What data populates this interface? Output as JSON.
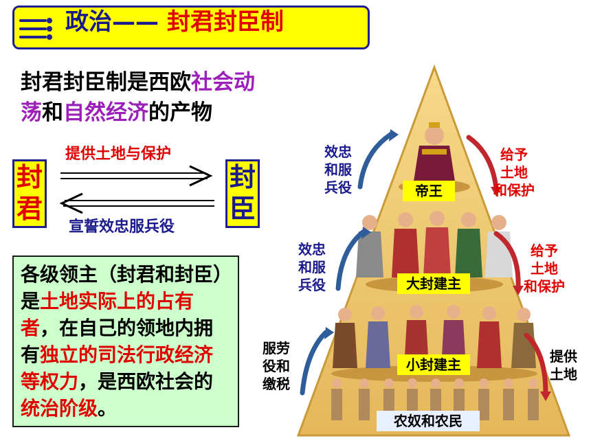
{
  "title": {
    "prefix": "政治——",
    "main": "封君封臣制"
  },
  "intro": {
    "part1": "封君封臣制是西欧",
    "hl1": "社会动荡",
    "part2": "和",
    "hl2": "自然经济",
    "part3": "的产物"
  },
  "relationship": {
    "lord_char1": "封",
    "lord_char2": "君",
    "vassal_char1": "封",
    "vassal_char2": "臣",
    "provide_label": "提供土地与保护",
    "pledge_label": "宣誓效忠服兵役"
  },
  "description": {
    "p1": "各级领主（封君和封臣）是",
    "h1": "土地实际上的占有者",
    "p2": "，在自己的领地内拥有",
    "h2": "独立的司法行政经济等权力",
    "p3": "，是西欧社会的",
    "h3": "统治阶级",
    "p4": "。"
  },
  "pyramid": {
    "tiers": [
      "帝王",
      "大封建主",
      "小封建主",
      "农奴和农民"
    ],
    "left_labels": [
      [
        "效忠",
        "和服",
        "兵役"
      ],
      [
        "效忠",
        "和服",
        "兵役"
      ],
      [
        "服劳",
        "役和",
        "缴税"
      ]
    ],
    "right_labels": [
      [
        "给予",
        "土地",
        "和保护"
      ],
      [
        "给予",
        "土地",
        "和保护"
      ],
      [
        "提供",
        "土地"
      ]
    ]
  },
  "colors": {
    "title_bg": "#ffff00",
    "accent_red": "#e00000",
    "accent_blue": "#1a1a8c",
    "accent_purple": "#9b1fb8",
    "desc_bg": "#ccffcc",
    "pyramid_fill": "#f0c96a"
  }
}
